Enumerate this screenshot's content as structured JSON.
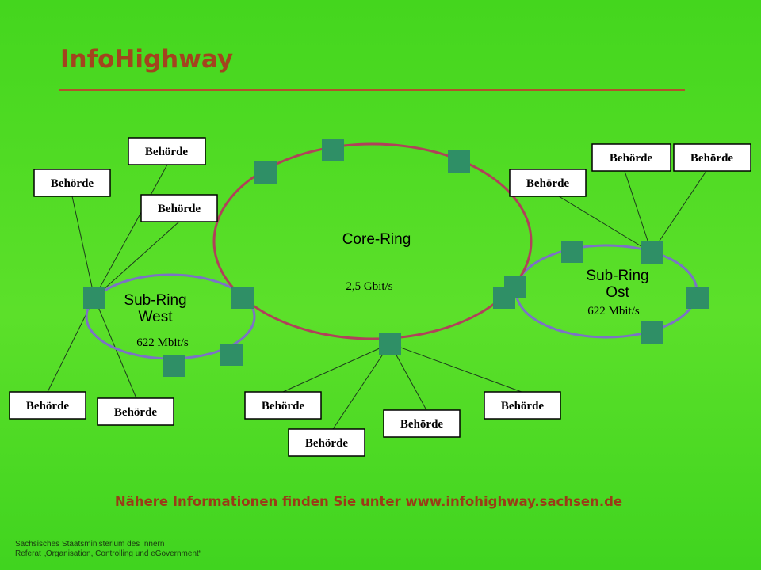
{
  "title": "InfoHighway",
  "box_label": "Behörde",
  "core_ring": {
    "title": "Core-Ring",
    "speed": "2,5 Gbit/s"
  },
  "sub_ring_west": {
    "title_line1": "Sub-Ring",
    "title_line2": "West",
    "speed": "622 Mbit/s"
  },
  "sub_ring_ost": {
    "title_line1": "Sub-Ring",
    "title_line2": "Ost",
    "speed": "622 Mbit/s"
  },
  "info_text": "Nähere Informationen finden Sie unter www.infohighway.sachsen.de",
  "footer": {
    "line1": "Sächsisches Staatsministerium des Innern",
    "line2": "Referat „Organisation, Controlling und eGovernment“"
  },
  "colors": {
    "ring_core": "#b0415a",
    "ring_sub": "#7c72c6",
    "node": "#2f8f66",
    "title": "#a3431e"
  }
}
